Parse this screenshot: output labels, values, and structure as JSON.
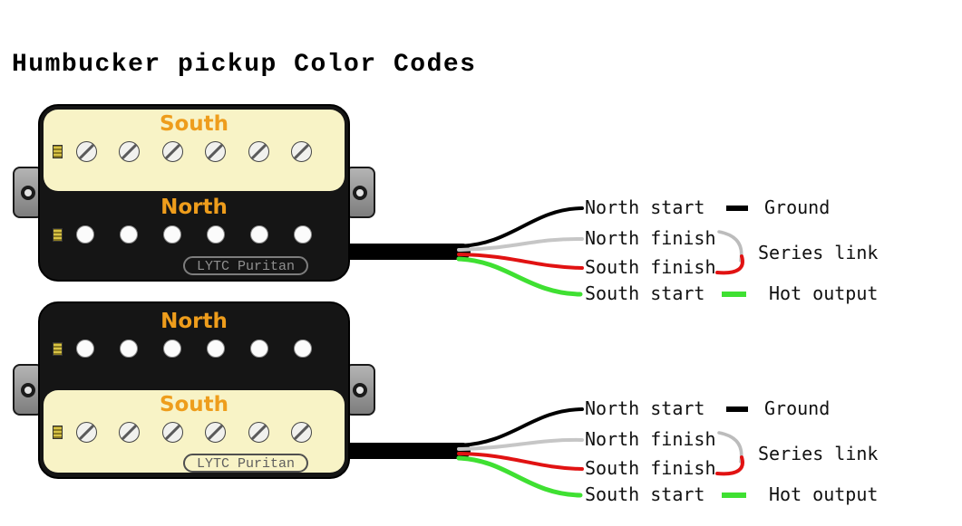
{
  "title": "Humbucker pickup Color Codes",
  "colors": {
    "coil_cream": "#f8f3c6",
    "coil_black": "#151515",
    "coil_label_orange": "#ee9d1c",
    "frame_gray": "#989898",
    "wire_black": "#000000",
    "wire_white": "#c6c6c6",
    "wire_red": "#e11212",
    "wire_green": "#3fe032",
    "label_text": "#101010"
  },
  "pickups": [
    {
      "coils": {
        "top": "South",
        "bottom": "North"
      },
      "brand": "LYTC Puritan",
      "wires": [
        {
          "color": "black",
          "label": "North start"
        },
        {
          "color": "white",
          "label": "North finish"
        },
        {
          "color": "red",
          "label": "South finish"
        },
        {
          "color": "green",
          "label": "South start"
        }
      ],
      "legend": {
        "ground": "Ground",
        "series_link": "Series link",
        "hot_output": "Hot output"
      }
    },
    {
      "coils": {
        "top": "North",
        "bottom": "South"
      },
      "brand": "LYTC Puritan",
      "wires": [
        {
          "color": "black",
          "label": "North start"
        },
        {
          "color": "white",
          "label": "North finish"
        },
        {
          "color": "red",
          "label": "South finish"
        },
        {
          "color": "green",
          "label": "South start"
        }
      ],
      "legend": {
        "ground": "Ground",
        "series_link": "Series link",
        "hot_output": "Hot output"
      }
    }
  ]
}
